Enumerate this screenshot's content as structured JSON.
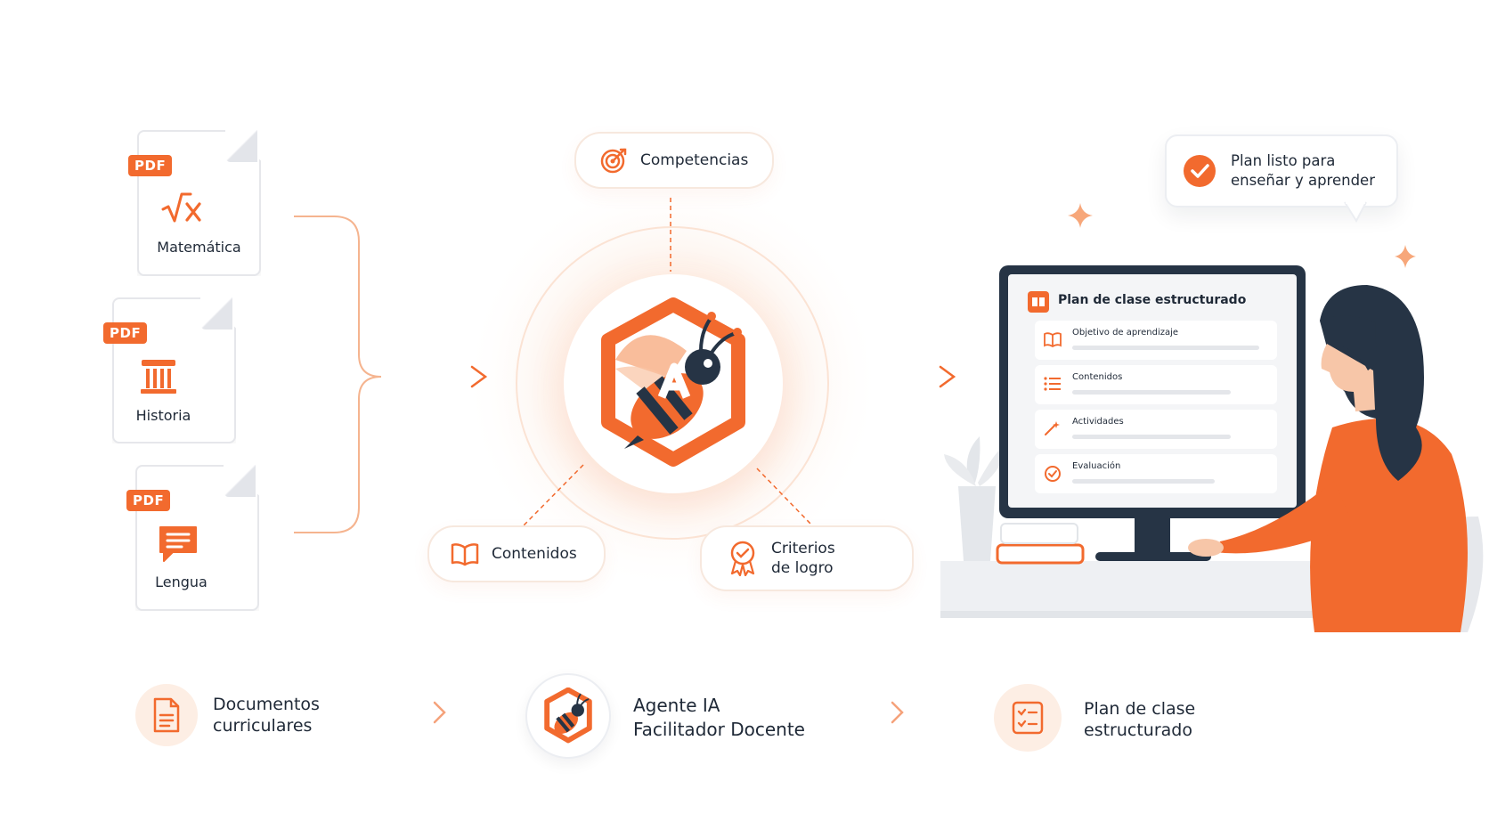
{
  "documents": [
    {
      "pdf": "PDF",
      "label": "Matemática"
    },
    {
      "pdf": "PDF",
      "label": "Historia"
    },
    {
      "pdf": "PDF",
      "label": "Lengua"
    }
  ],
  "chips": {
    "competencias": "Competencias",
    "contenidos": "Contenidos",
    "criterios_line1": "Criterios",
    "criterios_line2": "de logro"
  },
  "bubble": {
    "line1": "Plan listo para",
    "line2": "enseñar y aprender"
  },
  "screen": {
    "title": "Plan de clase estructurado",
    "items": [
      {
        "label": "Objetivo de aprendizaje"
      },
      {
        "label": "Contenidos"
      },
      {
        "label": "Actividades"
      },
      {
        "label": "Evaluación"
      }
    ]
  },
  "steps": [
    {
      "line1": "Documentos",
      "line2": "curriculares"
    },
    {
      "line1": "Agente IA",
      "line2": "Facilitador Docente"
    },
    {
      "line1": "Plan de clase",
      "line2": "estructurado"
    }
  ],
  "colors": {
    "accent": "#f26a2e",
    "dark": "#1f2937",
    "screen_frame": "#263445"
  }
}
